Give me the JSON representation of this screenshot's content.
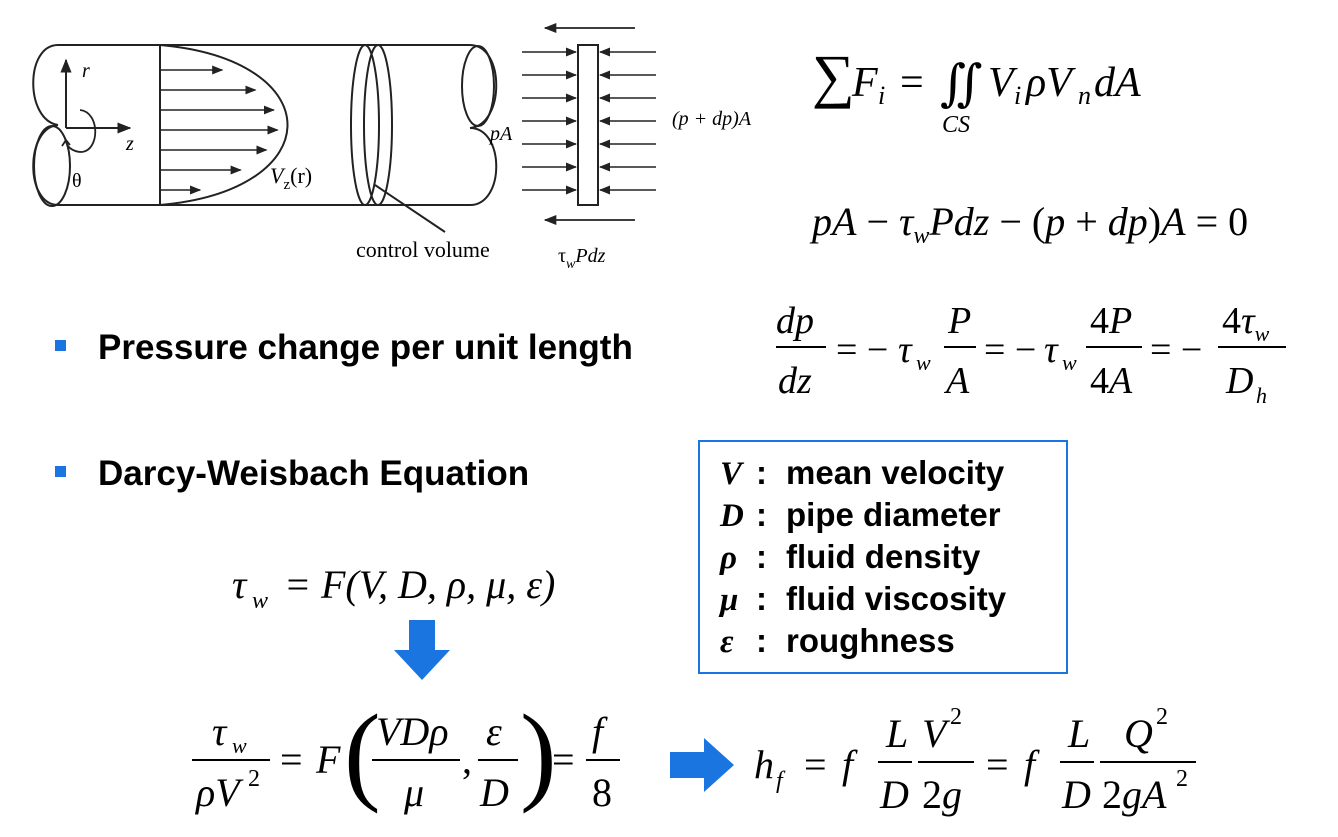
{
  "colors": {
    "accent": "#1a75e0",
    "text": "#000000",
    "line": "#222222"
  },
  "diagram": {
    "axis_r": "r",
    "axis_z": "z",
    "axis_theta": "θ",
    "velocity_label": "V",
    "velocity_sub": "z",
    "velocity_arg": "(r)",
    "control_volume_label": "control volume",
    "pA_label": "pA",
    "pdpA_label": "(p + dp)A",
    "shear_label_tau": "τ",
    "shear_label_sub": "w",
    "shear_label_rest": "Pdz"
  },
  "bullets": {
    "pressure_change": "Pressure change per unit length",
    "darcy": "Darcy-Weisbach Equation"
  },
  "legend": [
    {
      "symbol": "V",
      "colon": ":",
      "text": "mean velocity"
    },
    {
      "symbol": "D",
      "colon": ":",
      "text": "pipe diameter"
    },
    {
      "symbol": "ρ",
      "colon": ":",
      "text": "fluid density"
    },
    {
      "symbol": "μ",
      "colon": ":",
      "text": "fluid viscosity"
    },
    {
      "symbol": "ε",
      "colon": ":",
      "text": "roughness"
    }
  ],
  "equations": {
    "momentum_sub": "CS",
    "tau_rel_rhs": "F(V, D, ρ, μ, ε)"
  }
}
